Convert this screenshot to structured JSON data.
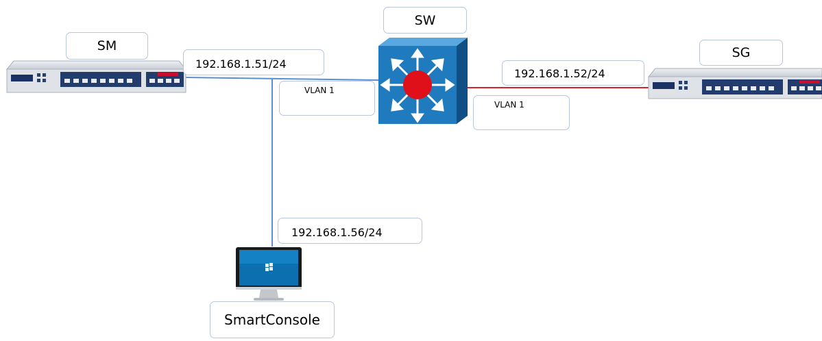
{
  "nodes": {
    "sm": "SM",
    "sw": "SW",
    "sg": "SG",
    "console": "SmartConsole"
  },
  "links": {
    "sm_ip": "192.168.1.51/24",
    "sg_ip": "192.168.1.52/24",
    "console_ip": "192.168.1.56/24",
    "vlan_left": "VLAN 1",
    "vlan_right": "VLAN 1"
  },
  "colors": {
    "box_border": "#b7c6dc",
    "lan_blue": "#5b8fd0",
    "sg_link_red": "#e0202a",
    "switch_blue": "#1f7bbd",
    "switch_center": "#e0101a"
  },
  "icons": [
    "appliance-sm-icon",
    "switch-icon",
    "appliance-sg-icon",
    "monitor-icon"
  ]
}
